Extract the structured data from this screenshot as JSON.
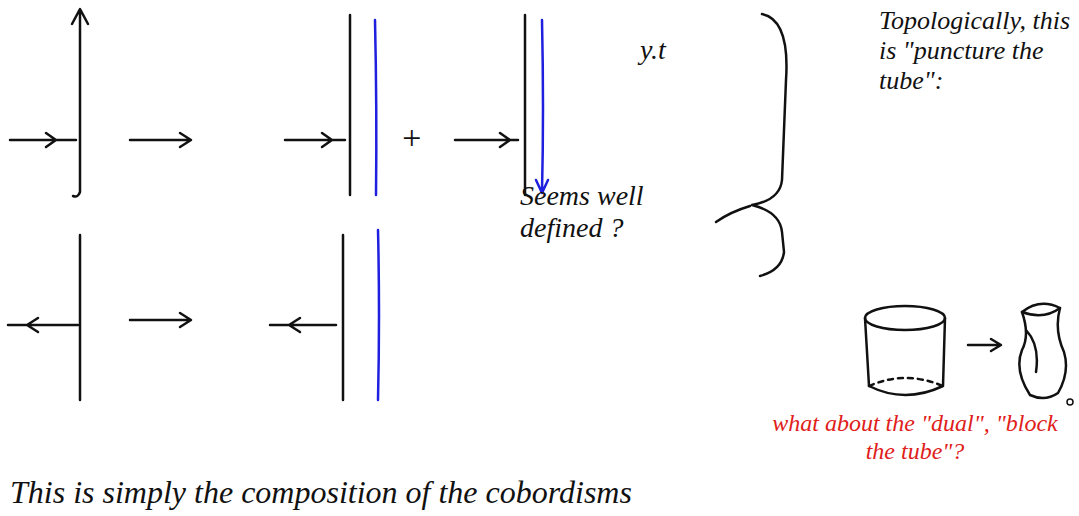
{
  "diagram": {
    "labels": [
      "y.t",
      "+",
      "Topologically, this is \"puncture the tube\":",
      "Seems well defined ?",
      "what about the \"dual\", \"block the tube\"?",
      "This is simply the composition of the cobordisms"
    ]
  }
}
